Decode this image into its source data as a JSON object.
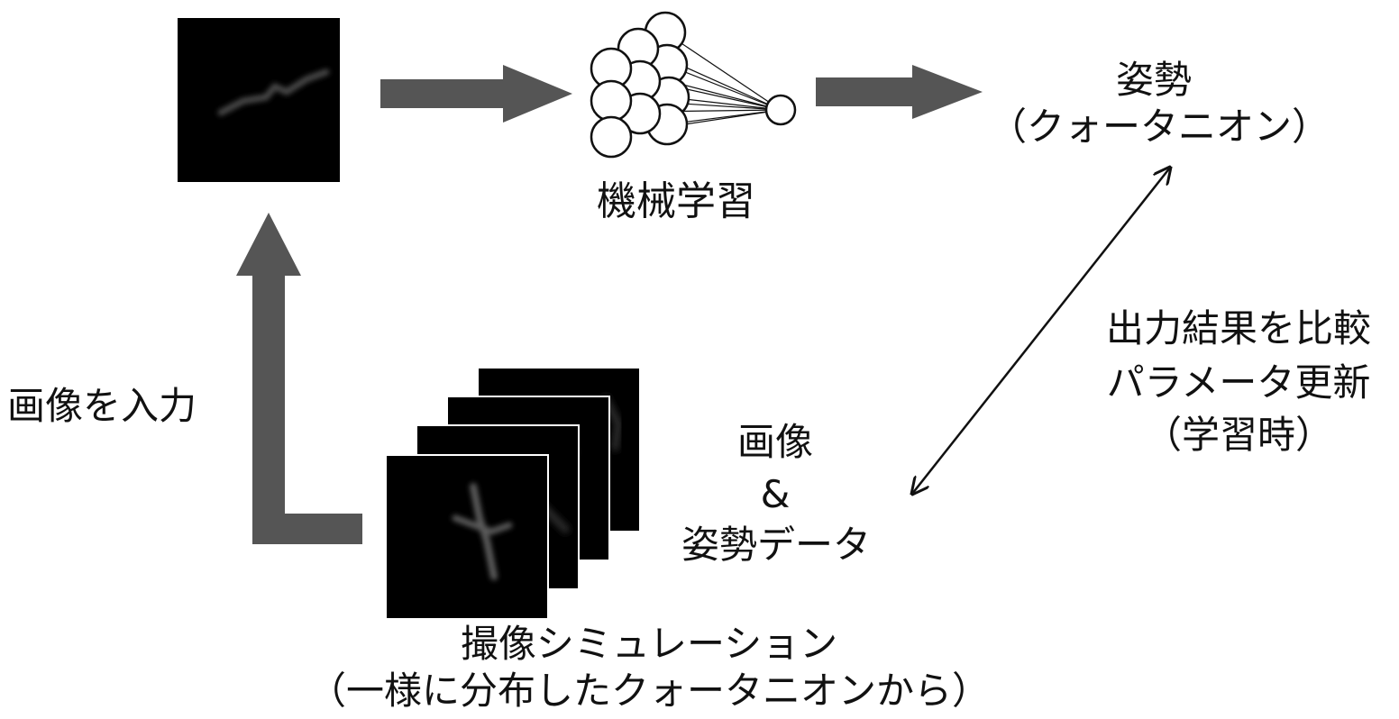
{
  "labels": {
    "machine_learning": "機械学習",
    "posture": "姿勢",
    "quaternion": "（クォータニオン）",
    "input_image": "画像を入力",
    "compare_line1": "出力結果を比較",
    "compare_line2": "パラメータ更新",
    "compare_line3": "（学習時）",
    "data_line1": "画像",
    "data_line2": "&",
    "data_line3": "姿勢データ",
    "simulation_line1": "撮像シミュレーション",
    "simulation_line2": "（一様に分布したクォータニオンから）"
  },
  "colors": {
    "arrow": "#555555",
    "image_background": "#000000",
    "image_frame": "#ffffff",
    "line": "#111111"
  }
}
